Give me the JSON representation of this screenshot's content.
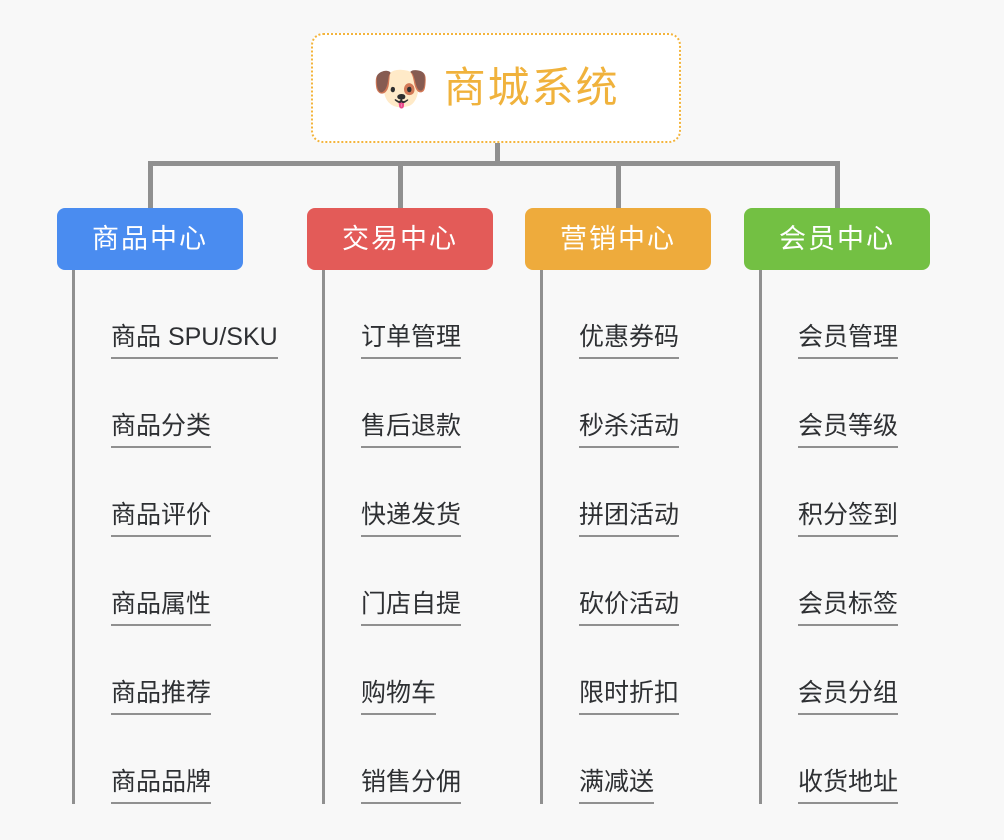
{
  "page": {
    "background_color": "#f8f8f8",
    "line_color": "#909090",
    "leaf_text_color": "#2e3033"
  },
  "root": {
    "title": "商城系统",
    "icon": "shiba-dog-face-emoji",
    "icon_glyph": "🐶",
    "text_color": "#f0b23c",
    "border_color": "#f3b43c",
    "background_color": "#ffffff"
  },
  "categories": [
    {
      "label": "商品中心",
      "color": "#4a8cf0",
      "items": [
        {
          "label": "商品 SPU/SKU"
        },
        {
          "label": "商品分类"
        },
        {
          "label": "商品评价"
        },
        {
          "label": "商品属性"
        },
        {
          "label": "商品推荐"
        },
        {
          "label": "商品品牌"
        }
      ]
    },
    {
      "label": "交易中心",
      "color": "#e35b58",
      "items": [
        {
          "label": "订单管理"
        },
        {
          "label": "售后退款"
        },
        {
          "label": "快递发货"
        },
        {
          "label": "门店自提"
        },
        {
          "label": "购物车"
        },
        {
          "label": "销售分佣"
        }
      ]
    },
    {
      "label": "营销中心",
      "color": "#eeab3c",
      "items": [
        {
          "label": "优惠券码"
        },
        {
          "label": "秒杀活动"
        },
        {
          "label": "拼团活动"
        },
        {
          "label": "砍价活动"
        },
        {
          "label": "限时折扣"
        },
        {
          "label": "满减送"
        }
      ]
    },
    {
      "label": "会员中心",
      "color": "#73c043",
      "items": [
        {
          "label": "会员管理"
        },
        {
          "label": "会员等级"
        },
        {
          "label": "积分签到"
        },
        {
          "label": "会员标签"
        },
        {
          "label": "会员分组"
        },
        {
          "label": "收货地址"
        }
      ]
    }
  ]
}
